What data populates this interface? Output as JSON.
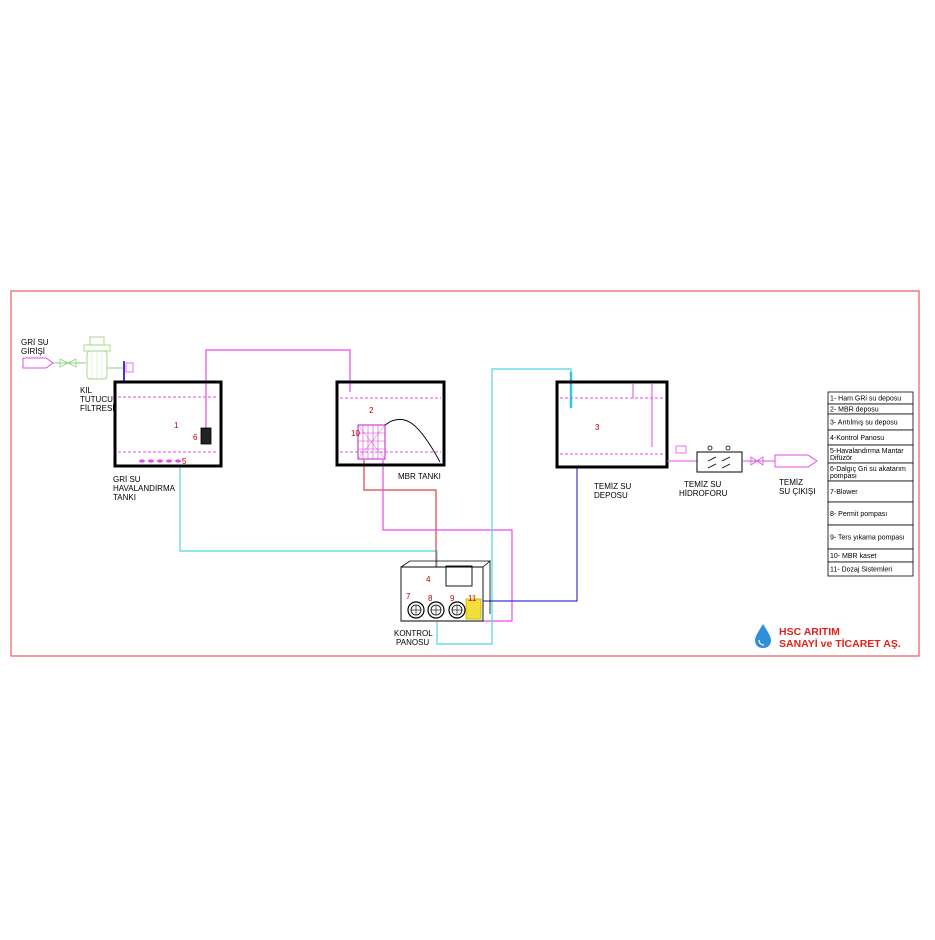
{
  "inlet": {
    "line1": "GRİ SU",
    "line2": "GİRİŞİ"
  },
  "filter": {
    "line1": "KIL",
    "line2": "TUTUCU",
    "line3": "FİLTRESİ"
  },
  "aeration_tank": {
    "line1": "GRİ SU",
    "line2": "HAVALANDIRMA",
    "line3": "TANKI",
    "num_tank": "1",
    "num_pump": "6",
    "num_diffuser": "5"
  },
  "mbr_tank": {
    "label": "MBR TANKI",
    "num_tank": "2",
    "num_cassette": "10"
  },
  "clean_tank": {
    "line1": "TEMİZ SU",
    "line2": "DEPOSU",
    "num_tank": "3"
  },
  "hydrophore": {
    "line1": "TEMİZ SU",
    "line2": "HİDROFORU"
  },
  "outlet": {
    "line1": "TEMİZ",
    "line2": "SU ÇIKIŞI"
  },
  "control_panel": {
    "line1": "KONTROL",
    "line2": "PANOSU",
    "num_panel": "4",
    "num_blower": "7",
    "num_permeate": "8",
    "num_backwash": "9",
    "num_dosing": "11"
  },
  "legend": [
    {
      "lines": [
        "1- Ham GRi su deposu"
      ]
    },
    {
      "lines": [
        "2- MBR  deposu"
      ]
    },
    {
      "lines": [
        "3- Arıtılmış su deposu"
      ]
    },
    {
      "lines": [
        "4-Kontrol Panosu"
      ]
    },
    {
      "lines": [
        "5-Havalandırma Mantar",
        "Difüzör"
      ]
    },
    {
      "lines": [
        "6-Dalgıç Gri su akatarım",
        "pompası"
      ]
    },
    {
      "lines": [
        "7-Blower"
      ]
    },
    {
      "lines": [
        "8- Permit pompası"
      ]
    },
    {
      "lines": [
        "9- Ters yıkama pompası"
      ]
    },
    {
      "lines": [
        "10- MBR kaset"
      ]
    },
    {
      "lines": [
        "11- Dozaj Sistemleri"
      ]
    }
  ],
  "logo": {
    "line1": "HSC ARITIM",
    "line2": "SANAYİ ve TİCARET AŞ."
  },
  "colors": {
    "frame": "#e85a5a",
    "magenta": "#e64ce6",
    "cyan": "#55d4e6",
    "red": "#e04040",
    "blue": "#3a3ac8",
    "violet": "#6d4fd6",
    "yellow": "#f2e03a",
    "filter_green": "#b8e6a0"
  }
}
